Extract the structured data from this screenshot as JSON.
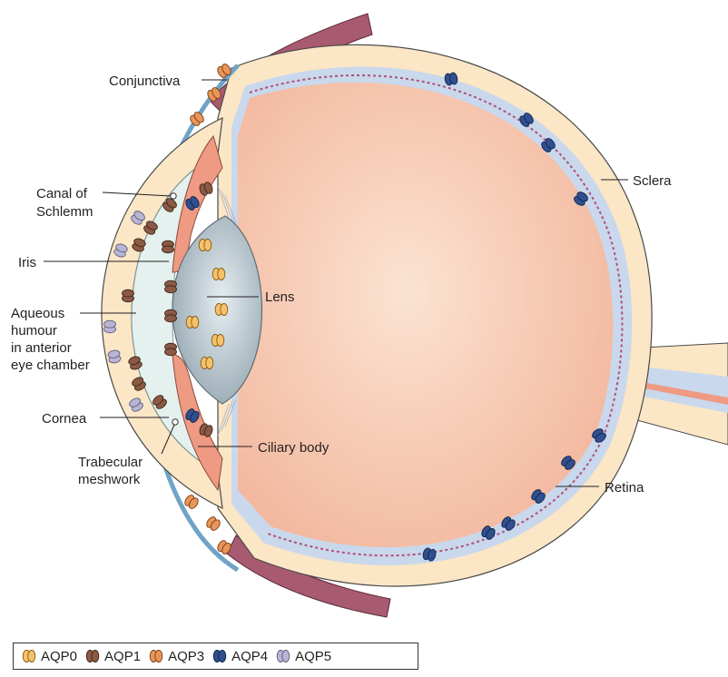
{
  "labels": {
    "conjunctiva": "Conjunctiva",
    "canal_line1": "Canal of",
    "canal_line2": "Schlemm",
    "iris": "Iris",
    "aqueous_line1": "Aqueous",
    "aqueous_line2": "humour",
    "aqueous_line3": "in anterior",
    "aqueous_line4": "eye chamber",
    "cornea": "Cornea",
    "trabecular_line1": "Trabecular",
    "trabecular_line2": "meshwork",
    "lens": "Lens",
    "ciliary_body": "Ciliary body",
    "sclera": "Sclera",
    "retina": "Retina"
  },
  "legend": [
    {
      "key": "aqp0",
      "label": "AQP0",
      "color": "#f5c26b",
      "stroke": "#8a5a12"
    },
    {
      "key": "aqp1",
      "label": "AQP1",
      "color": "#8a5a45",
      "stroke": "#3e2418"
    },
    {
      "key": "aqp3",
      "label": "AQP3",
      "color": "#e8955a",
      "stroke": "#7a3d12"
    },
    {
      "key": "aqp4",
      "label": "AQP4",
      "color": "#2f4f8f",
      "stroke": "#13244a"
    },
    {
      "key": "aqp5",
      "label": "AQP5",
      "color": "#b7b5d3",
      "stroke": "#5e5c7e"
    }
  ],
  "colors": {
    "vitreous": "#f6c7ad",
    "sclera": "#fbe6c6",
    "retina": "#c9d8ec",
    "lens": "#c2cfd6",
    "iris": "#ef9a83",
    "aqueous": "#e4f1ee",
    "muscle": "#a85a70"
  }
}
